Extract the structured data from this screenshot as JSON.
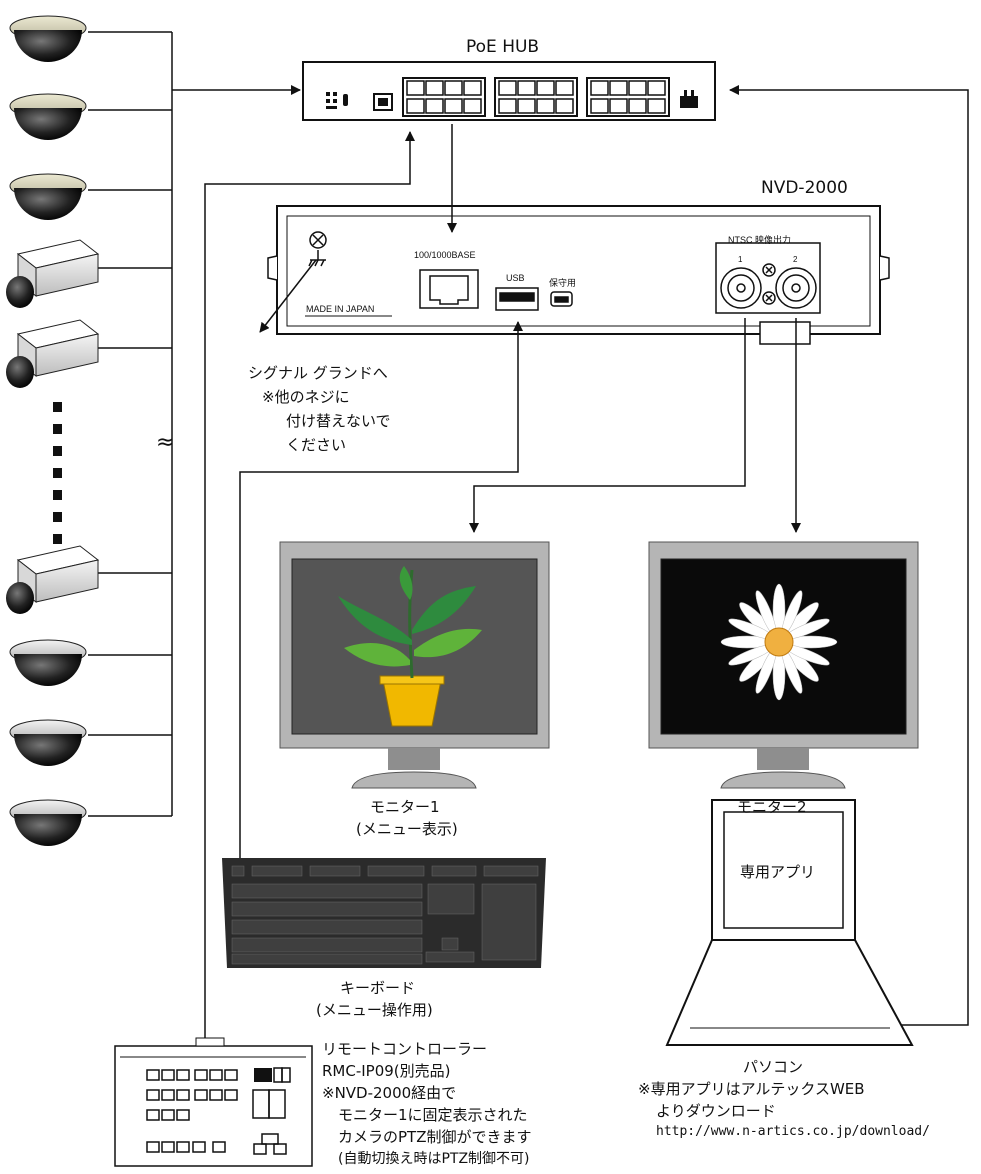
{
  "hub": {
    "title": "PoE HUB"
  },
  "nvd": {
    "title": "NVD-2000",
    "lan_label": "100/1000BASE",
    "usb_label": "USB",
    "maint_label": "保守用",
    "ntsc_label": "NTSC 映像出力",
    "ntsc_ch1": "1",
    "ntsc_ch2": "2",
    "made_in": "MADE IN JAPAN"
  },
  "ground_note": {
    "line1": "シグナル グランドへ",
    "line2": "※他のネジに",
    "line3": "付け替えないで",
    "line4": "ください"
  },
  "wave_symbol": "≈",
  "monitor1": {
    "line1": "モニター1",
    "line2": "(メニュー表示)"
  },
  "monitor2": {
    "line1": "モニター2"
  },
  "keyboard": {
    "line1": "キーボード",
    "line2": "(メニュー操作用)"
  },
  "pc": {
    "screen_text": "専用アプリ",
    "line1": "パソコン",
    "line2": "※専用アプリはアルテックスWEB",
    "line3": "よりダウンロード",
    "url": "http://www.n-artics.co.jp/download/"
  },
  "remote": {
    "line1": "リモートコントローラー",
    "line2": "RMC-IP09(別売品)",
    "line3": "※NVD-2000経由で",
    "line4": "モニター1に固定表示された",
    "line5": "カメラのPTZ制御ができます",
    "line6": "(自動切換え時はPTZ制御不可)"
  },
  "colors": {
    "line": "#111111",
    "monitor_frame": "#b5b5b5",
    "monitor1_screen": "#555555",
    "monitor2_screen": "#0a0a0a",
    "pot": "#f1b800",
    "leaf": "#2e8b3e",
    "petal": "#ffffff",
    "flower_center": "#f0b040",
    "keyboard": "#2b2b2b"
  }
}
